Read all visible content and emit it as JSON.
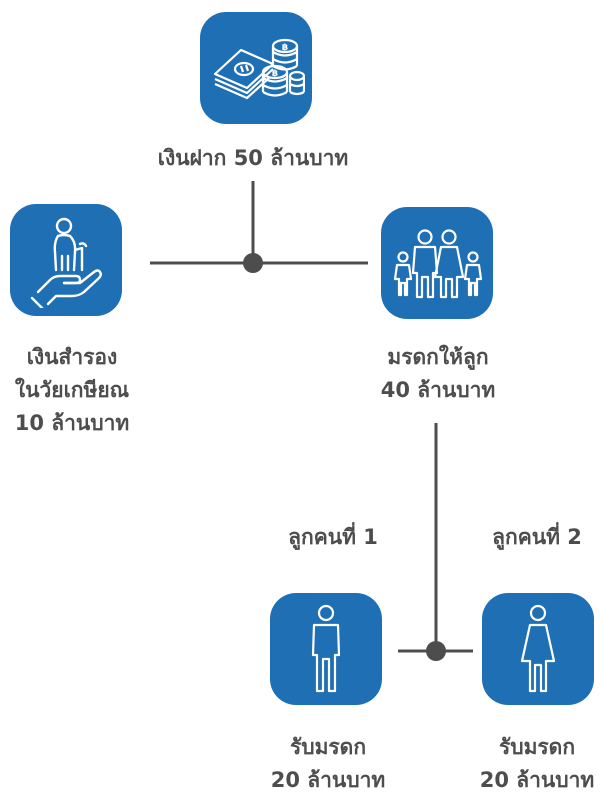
{
  "colors": {
    "tile": "#1f6fb5",
    "line": "#4d4d4d",
    "text": "#4d4d4d"
  },
  "deposit": {
    "icon": "money-coins-icon",
    "label": "เงินฝาก 50 ล้านบาท"
  },
  "retirement": {
    "icon": "elder-care-hand-icon",
    "line1": "เงินสำรอง",
    "line2": "ในวัยเกษียณ",
    "line3": "10 ล้านบาท"
  },
  "inheritance": {
    "icon": "family-icon",
    "line1": "มรดกให้ลูก",
    "line2": "40 ล้านบาท"
  },
  "child1": {
    "icon": "male-person-icon",
    "title": "ลูกคนที่ 1",
    "line1": "รับมรดก",
    "line2": "20 ล้านบาท"
  },
  "child2": {
    "icon": "female-person-icon",
    "title": "ลูกคนที่ 2",
    "line1": "รับมรดก",
    "line2": "20 ล้านบาท"
  }
}
